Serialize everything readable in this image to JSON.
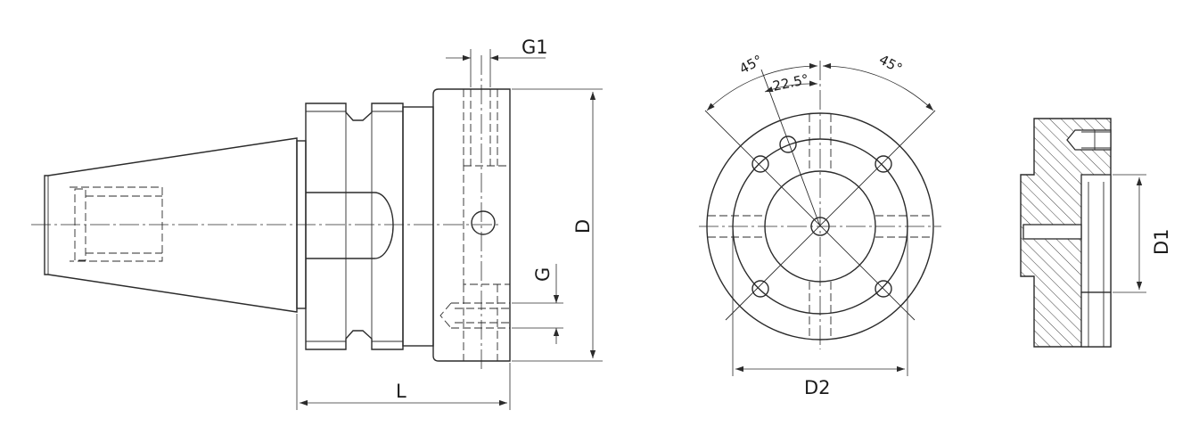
{
  "labels": {
    "g1": "G1",
    "d": "D",
    "g": "G",
    "l": "L",
    "angle_left": "45°",
    "angle_right": "45°",
    "angle_half": "22.5°",
    "d2": "D2",
    "d1": "D1"
  }
}
